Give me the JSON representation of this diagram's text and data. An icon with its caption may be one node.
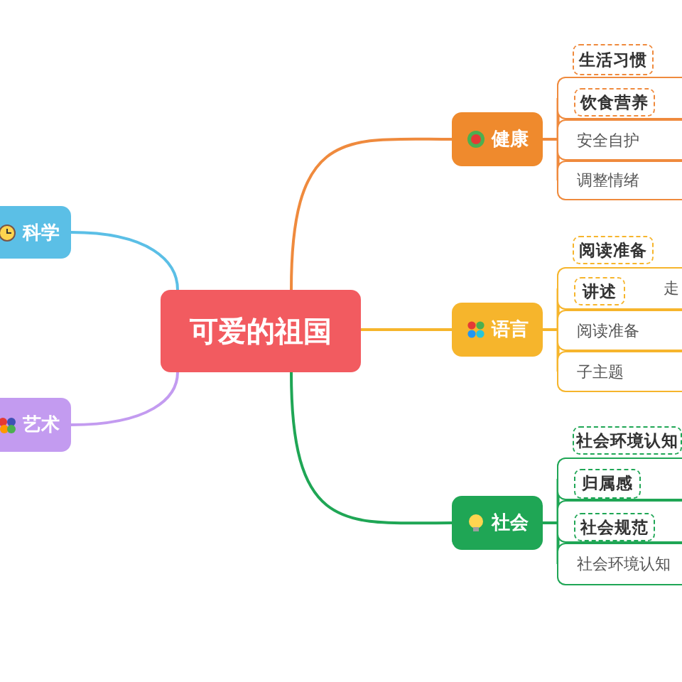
{
  "diagram": {
    "nodes": [
      {
        "text": [
          "可爱的祖国"
        ]
      },
      {
        "text": [
          "健康"
        ]
      },
      {
        "text": [
          "生活习惯"
        ]
      },
      {
        "text": [],
        "shape": "box"
      },
      {
        "text": [
          "饮食营养"
        ],
        "in": 3
      },
      {
        "text": [
          "安全自护"
        ]
      },
      {
        "text": [
          "调整情绪"
        ]
      },
      {
        "text": [
          "语言"
        ]
      },
      {
        "text": [
          "阅读准备"
        ]
      },
      {
        "text": [
          "走"
        ]
      },
      {
        "text": [
          "讲述"
        ],
        "in": 9
      },
      {
        "text": [
          "阅读准备"
        ]
      },
      {
        "text": [
          "子主题"
        ]
      },
      {
        "text": [
          "社会"
        ]
      },
      {
        "text": [
          "社会环境认知"
        ]
      },
      {
        "text": [],
        "shape": "box"
      },
      {
        "text": [
          "归属感"
        ],
        "in": 15
      },
      {
        "text": [],
        "shape": "box"
      },
      {
        "text": [
          "社会规范"
        ],
        "in": 17
      },
      {
        "text": [
          "社会环境认知"
        ]
      },
      {
        "text": [
          "科学"
        ]
      },
      {
        "text": [
          "艺术"
        ]
      }
    ],
    "edges": [
      {
        "from": 0,
        "to": 1,
        "arrow": "none",
        "color": "#ef8a3d"
      },
      {
        "from": 0,
        "to": 7,
        "arrow": "none",
        "color": "#f6b52c"
      },
      {
        "from": 0,
        "to": 13,
        "arrow": "none",
        "color": "#1fa655"
      },
      {
        "from": 0,
        "to": 20,
        "arrow": "none",
        "color": "#5bbfe6"
      },
      {
        "from": 0,
        "to": 21,
        "arrow": "none",
        "color": "#c39bf0"
      },
      {
        "from": 1,
        "to": 3,
        "arrow": "none",
        "color": "#ef8a3d"
      },
      {
        "from": 1,
        "to": 5,
        "arrow": "none",
        "color": "#ef8a3d"
      },
      {
        "from": 1,
        "to": 6,
        "arrow": "none",
        "color": "#ef8a3d"
      },
      {
        "from": 7,
        "to": 9,
        "arrow": "none",
        "color": "#f6b52c"
      },
      {
        "from": 7,
        "to": 11,
        "arrow": "none",
        "color": "#f6b52c"
      },
      {
        "from": 7,
        "to": 12,
        "arrow": "none",
        "color": "#f6b52c"
      },
      {
        "from": 13,
        "to": 15,
        "arrow": "none",
        "color": "#1fa655"
      },
      {
        "from": 13,
        "to": 17,
        "arrow": "none",
        "color": "#1fa655"
      },
      {
        "from": 13,
        "to": 19,
        "arrow": "none",
        "color": "#1fa655"
      }
    ]
  }
}
